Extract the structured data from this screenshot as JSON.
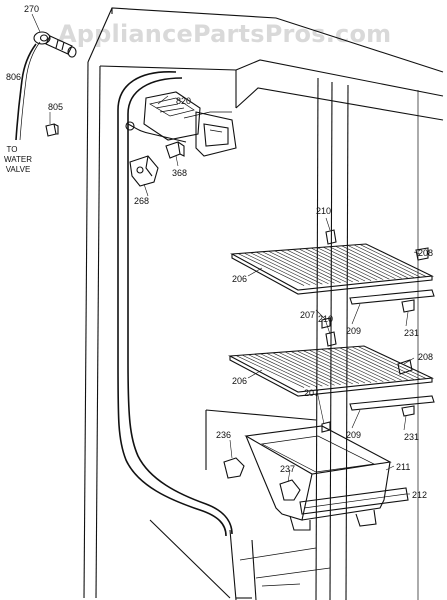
{
  "watermark": "AppliancePartsPros.com",
  "labels": {
    "p270": "270",
    "p806": "806",
    "p805": "805",
    "p820": "820",
    "p368": "368",
    "p268": "268",
    "p210a": "210",
    "p208a": "208",
    "p206a": "206",
    "p207a": "207",
    "p209a": "209",
    "p231a": "231",
    "p210b": "210",
    "p208b": "208",
    "p206b": "206",
    "p207b": "207",
    "p209b": "209",
    "p231b": "231",
    "p236": "236",
    "p237": "237",
    "p211": "211",
    "p212": "212"
  },
  "water_note": [
    "TO",
    "WATER",
    "VALVE"
  ]
}
